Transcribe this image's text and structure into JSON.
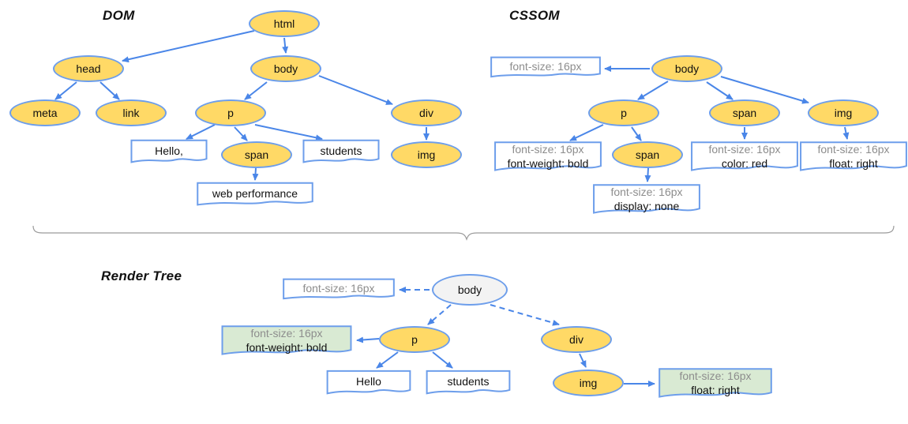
{
  "titles": {
    "dom": "DOM",
    "cssom": "CSSOM",
    "render": "Render Tree"
  },
  "dom": {
    "nodes": {
      "html": "html",
      "head": "head",
      "body": "body",
      "meta": "meta",
      "link": "link",
      "p": "p",
      "span": "span",
      "div": "div",
      "img": "img"
    },
    "boxes": {
      "hello": "Hello,",
      "students": "students",
      "webperf": "web performance"
    }
  },
  "cssom": {
    "nodes": {
      "body": "body",
      "p": "p",
      "span_body": "span",
      "img": "img",
      "span_p": "span"
    },
    "boxes": {
      "body_style": {
        "l1": "font-size: 16px"
      },
      "p_style": {
        "l1": "font-size: 16px",
        "l2": "font-weight: bold"
      },
      "span_p_style": {
        "l1": "font-size: 16px",
        "l2": "display: none"
      },
      "span_style": {
        "l1": "font-size: 16px",
        "l2": "color: red"
      },
      "img_style": {
        "l1": "font-size: 16px",
        "l2": "float: right"
      }
    }
  },
  "render": {
    "nodes": {
      "body": "body",
      "p": "p",
      "div": "div",
      "img": "img"
    },
    "boxes": {
      "body_style": {
        "l1": "font-size: 16px"
      },
      "p_style": {
        "l1": "font-size: 16px",
        "l2": "font-weight: bold"
      },
      "hello": "Hello",
      "students": "students",
      "img_style": {
        "l1": "font-size: 16px",
        "l2": "float: right"
      }
    }
  },
  "colors": {
    "node_fill": "#ffd966",
    "node_stroke": "#6d9eeb",
    "arrow": "#4a86e8",
    "green_fill": "#d9ead3",
    "gray_text": "#8d8d8d",
    "render_body_fill": "#f3f3f3"
  }
}
